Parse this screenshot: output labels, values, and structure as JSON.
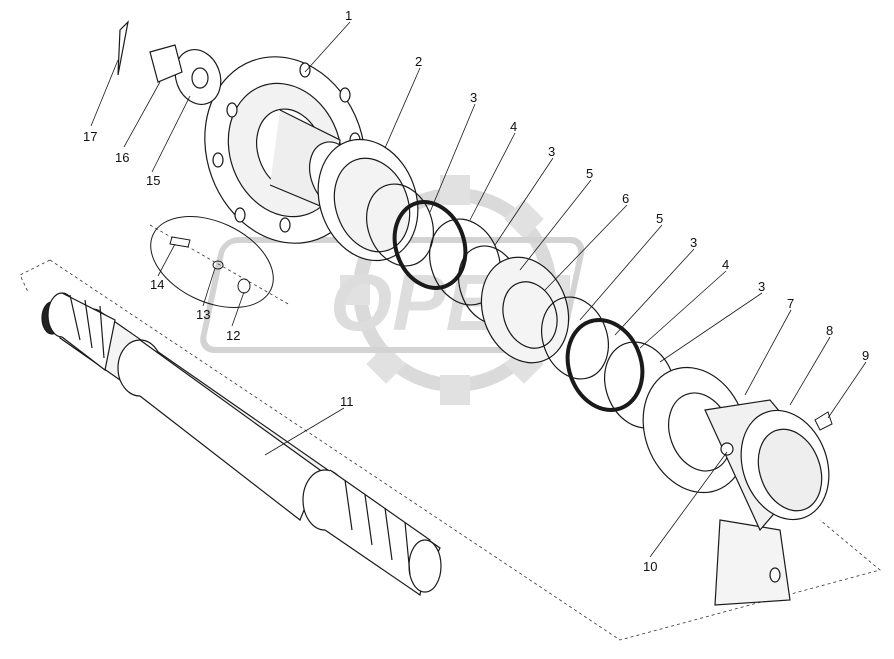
{
  "watermark": {
    "text": "OPEX"
  },
  "callouts": [
    {
      "id": "1",
      "text": "1"
    },
    {
      "id": "2",
      "text": "2"
    },
    {
      "id": "3a",
      "text": "3"
    },
    {
      "id": "4a",
      "text": "4"
    },
    {
      "id": "3b",
      "text": "3"
    },
    {
      "id": "5a",
      "text": "5"
    },
    {
      "id": "6",
      "text": "6"
    },
    {
      "id": "5b",
      "text": "5"
    },
    {
      "id": "3c",
      "text": "3"
    },
    {
      "id": "4b",
      "text": "4"
    },
    {
      "id": "3d",
      "text": "3"
    },
    {
      "id": "7",
      "text": "7"
    },
    {
      "id": "8",
      "text": "8"
    },
    {
      "id": "9",
      "text": "9"
    },
    {
      "id": "10",
      "text": "10"
    },
    {
      "id": "11",
      "text": "11"
    },
    {
      "id": "12",
      "text": "12"
    },
    {
      "id": "13",
      "text": "13"
    },
    {
      "id": "14",
      "text": "14"
    },
    {
      "id": "15",
      "text": "15"
    },
    {
      "id": "16",
      "text": "16"
    },
    {
      "id": "17",
      "text": "17"
    }
  ],
  "colors": {
    "line": "#1a1a1a",
    "watermark": "#d9d9d9",
    "fill": "#ffffff",
    "shade": "#e6e6e6"
  }
}
